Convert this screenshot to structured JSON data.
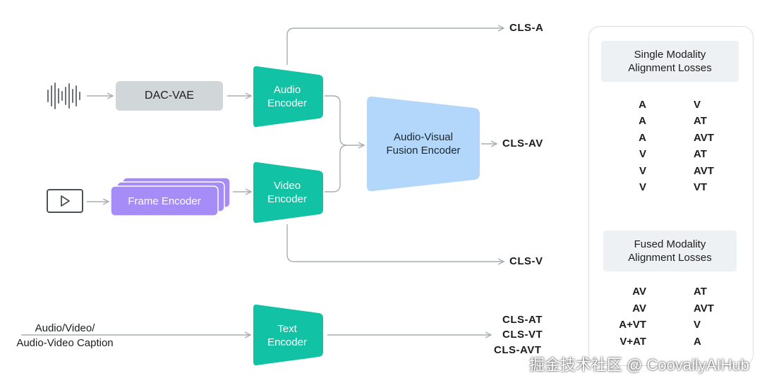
{
  "inputs": {
    "text_caption": [
      "Audio/Video/",
      "Audio-Video Caption"
    ]
  },
  "blocks": {
    "dac_vae": "DAC-VAE",
    "frame_encoder": "Frame Encoder",
    "audio_encoder": [
      "Audio",
      "Encoder"
    ],
    "video_encoder": [
      "Video",
      "Encoder"
    ],
    "text_encoder": [
      "Text",
      "Encoder"
    ],
    "fusion_encoder": [
      "Audio-Visual",
      "Fusion Encoder"
    ]
  },
  "outputs": {
    "cls_a": "CLS-A",
    "cls_av": "CLS-AV",
    "cls_v": "CLS-V",
    "cls_at": "CLS-AT",
    "cls_vt": "CLS-VT",
    "cls_avt": "CLS-AVT"
  },
  "losses": {
    "single_title": [
      "Single Modality",
      "Alignment Losses"
    ],
    "single_pairs": [
      {
        "left": "A",
        "right": "V"
      },
      {
        "left": "A",
        "right": "AT"
      },
      {
        "left": "A",
        "right": "AVT"
      },
      {
        "left": "V",
        "right": "AT"
      },
      {
        "left": "V",
        "right": "AVT"
      },
      {
        "left": "V",
        "right": "VT"
      }
    ],
    "fused_title": [
      "Fused Modality",
      "Alignment Losses"
    ],
    "fused_pairs": [
      {
        "left": "AV",
        "right": "AT"
      },
      {
        "left": "AV",
        "right": "AVT"
      },
      {
        "left": "A+VT",
        "right": "V"
      },
      {
        "left": "V+AT",
        "right": "A"
      }
    ]
  },
  "colors": {
    "encoder_teal": "#12c2a4",
    "fusion_blue": "#b3d6fb",
    "dac_gray": "#d1d6d9",
    "frame_purple": "#a58cf6",
    "line_gray": "#a7adb2"
  },
  "watermark": "掘金技术社区 @ CoovallyAIHub"
}
